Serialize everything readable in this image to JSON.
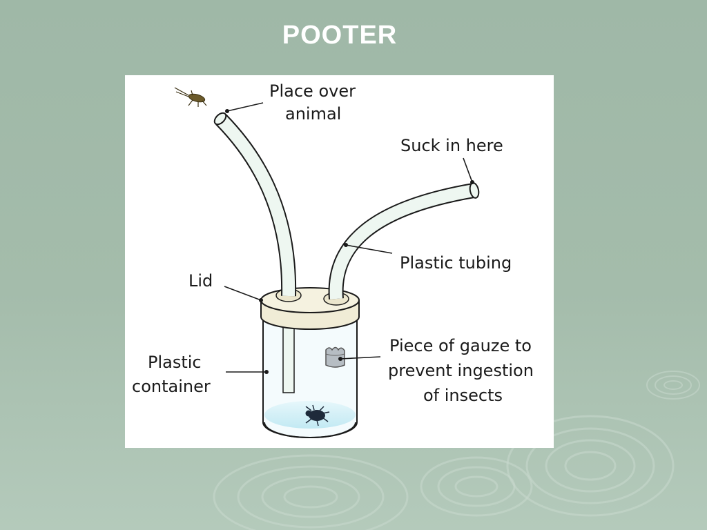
{
  "slide": {
    "title": "POOTER"
  },
  "diagram": {
    "labels": {
      "place_over_line1": "Place over",
      "place_over_line2": "animal",
      "suck_in": "Suck in here",
      "tubing": "Plastic tubing",
      "lid": "Lid",
      "container_line1": "Plastic",
      "container_line2": "container",
      "gauze_line1": "Piece of gauze to",
      "gauze_line2": "prevent ingestion",
      "gauze_line3": "of insects"
    }
  }
}
